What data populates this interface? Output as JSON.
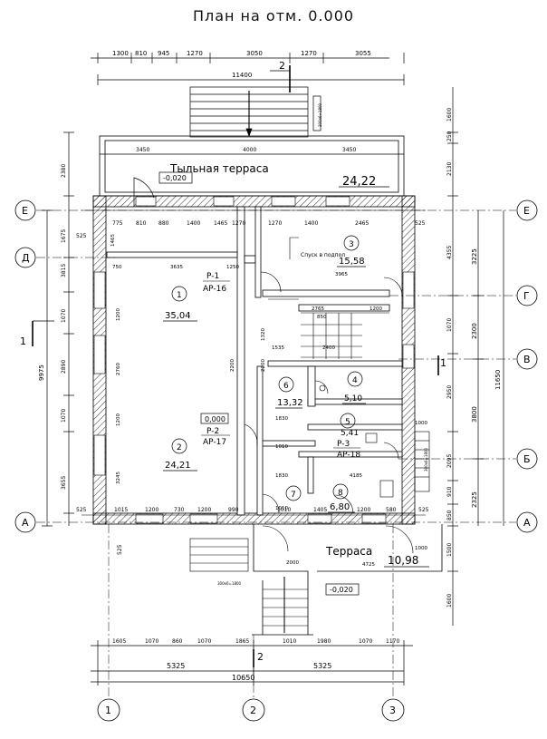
{
  "title": "План на отм. 0.000",
  "terrace_rear": {
    "label": "Тыльная терраса",
    "area": "24,22",
    "level": "-0,020"
  },
  "terrace_front": {
    "label": "Терраса",
    "area": "10,98",
    "level": "-0,020"
  },
  "stair_label": "Спуск в подпол",
  "floor_level": "0,000",
  "rooms": [
    {
      "num": "1",
      "area": "35,04"
    },
    {
      "num": "2",
      "area": "24,21"
    },
    {
      "num": "3",
      "area": "15,58"
    },
    {
      "num": "4",
      "area": "5,10"
    },
    {
      "num": "5",
      "area": "5,41"
    },
    {
      "num": "6",
      "area": "13,32"
    },
    {
      "num": "7",
      "area": ""
    },
    {
      "num": "8",
      "area": "6,80"
    }
  ],
  "sections": [
    {
      "mark": "P-1",
      "sheet": "AP-16"
    },
    {
      "mark": "P-2",
      "sheet": "AP-17"
    },
    {
      "mark": "P-3",
      "sheet": "AP-18"
    }
  ],
  "axes_vertical": [
    "1",
    "2",
    "3"
  ],
  "axes_horizontal": [
    "Е",
    "Д",
    "Г",
    "В",
    "Б",
    "А"
  ],
  "cut_marks": [
    "1",
    "2"
  ],
  "dims": {
    "top_row": [
      "1300",
      "810",
      "945",
      "1270",
      "3050",
      "1270",
      "3055"
    ],
    "top_total": "11400",
    "rear_terrace": [
      "3450",
      "4000",
      "3450"
    ],
    "wall_E": [
      "775",
      "810",
      "880",
      "1400",
      "1465",
      "1270",
      "1270",
      "1400",
      "2465",
      "525",
      "525"
    ],
    "bottom_row": [
      "1605",
      "1070",
      "860",
      "1070",
      "1865",
      "1010",
      "1980",
      "1070",
      "1170"
    ],
    "bottom_halves": [
      "5325",
      "5325"
    ],
    "bottom_total": "10650",
    "left_col": [
      "2380",
      "1675",
      "3815",
      "1070",
      "2890",
      "1070",
      "3655",
      "525"
    ],
    "left_total": "9975",
    "left_inner": [
      "1465",
      "1200",
      "2760",
      "1200",
      "3245"
    ],
    "right_col": [
      "1600",
      "250",
      "2130",
      "4355",
      "1070",
      "2950",
      "2095",
      "910",
      "850",
      "1500",
      "1600"
    ],
    "right_mid": [
      "3225",
      "2300",
      "3800",
      "2325"
    ],
    "right_total": "11650",
    "wall_A": [
      "525",
      "1015",
      "1200",
      "730",
      "1200",
      "990",
      "1010",
      "1405",
      "1200",
      "580",
      "525"
    ],
    "interior": [
      "3635",
      "750",
      "1250",
      "3965",
      "2765",
      "850",
      "1200",
      "1535",
      "2400",
      "1830",
      "1010",
      "1830",
      "1010",
      "4185",
      "4725",
      "2000",
      "1000",
      "1000",
      "2200",
      "2200",
      "1320"
    ],
    "stair_tags": [
      "300х6=1800",
      "300х6=1800",
      "300х6=1800"
    ]
  }
}
